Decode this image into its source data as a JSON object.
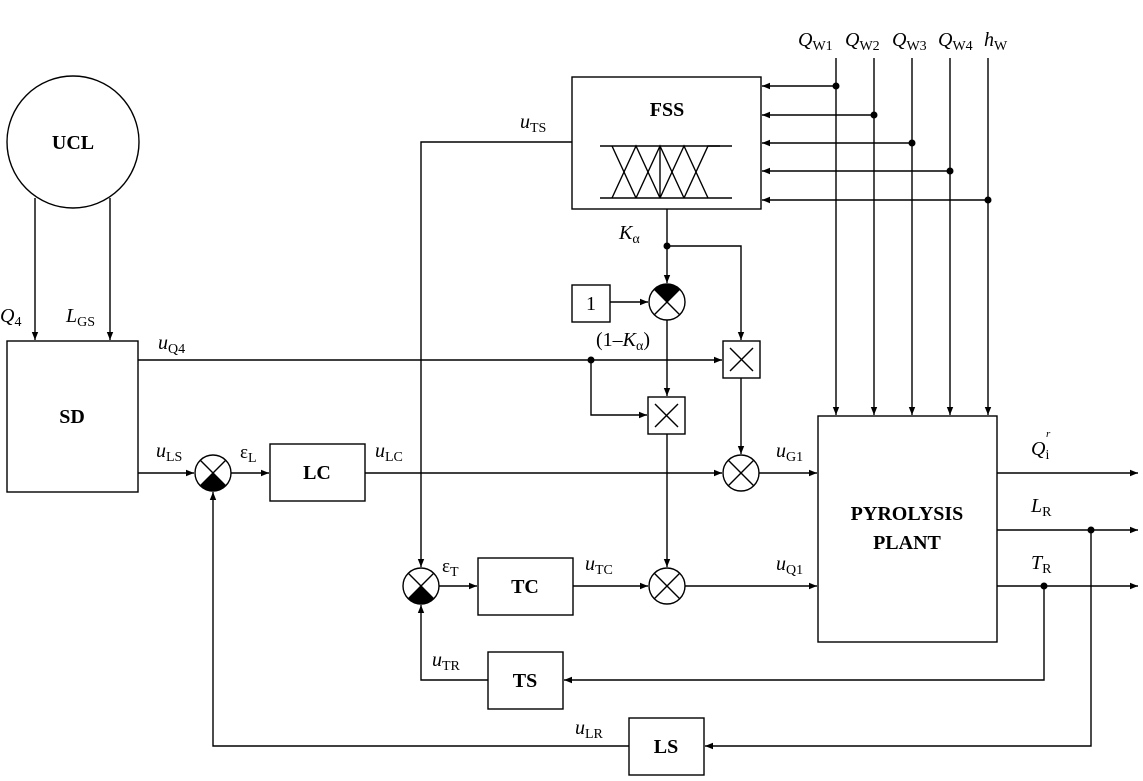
{
  "blocks": {
    "ucl": "UCL",
    "sd": "SD",
    "fss": "FSS",
    "lc": "LC",
    "tc": "TC",
    "ts": "TS",
    "ls": "LS",
    "plant_line1": "PYROLYSIS",
    "plant_line2": "PLANT",
    "constant": "1"
  },
  "signals": {
    "q4": {
      "main": "Q",
      "sub": "4"
    },
    "lgs": {
      "main": "L",
      "sub": "GS"
    },
    "uq4": {
      "main": "u",
      "sub": "Q4"
    },
    "uls": {
      "main": "u",
      "sub": "LS"
    },
    "epsl": {
      "main": "ε",
      "sub": "L"
    },
    "ulc": {
      "main": "u",
      "sub": "LC"
    },
    "uts": {
      "main": "u",
      "sub": "TS"
    },
    "ka": {
      "main": "K",
      "sub": "α"
    },
    "one_minus_ka": {
      "pre": "(1–",
      "main": "K",
      "sub": "α",
      "post": ")"
    },
    "ug1": {
      "main": "u",
      "sub": "G1"
    },
    "epst": {
      "main": "ε",
      "sub": "T"
    },
    "utc": {
      "main": "u",
      "sub": "TC"
    },
    "uq1": {
      "main": "u",
      "sub": "Q1"
    },
    "utr": {
      "main": "u",
      "sub": "TR"
    },
    "ulr": {
      "main": "u",
      "sub": "LR"
    },
    "qw1": {
      "main": "Q",
      "sub": "W1"
    },
    "qw2": {
      "main": "Q",
      "sub": "W2"
    },
    "qw3": {
      "main": "Q",
      "sub": "W3"
    },
    "qw4": {
      "main": "Q",
      "sub": "W4"
    },
    "hw": {
      "main": "h",
      "sub": "W"
    },
    "qi": {
      "main": "Q",
      "sub": "i",
      "sup": "r"
    },
    "lr": {
      "main": "L",
      "sub": "R"
    },
    "tr": {
      "main": "T",
      "sub": "R"
    }
  }
}
